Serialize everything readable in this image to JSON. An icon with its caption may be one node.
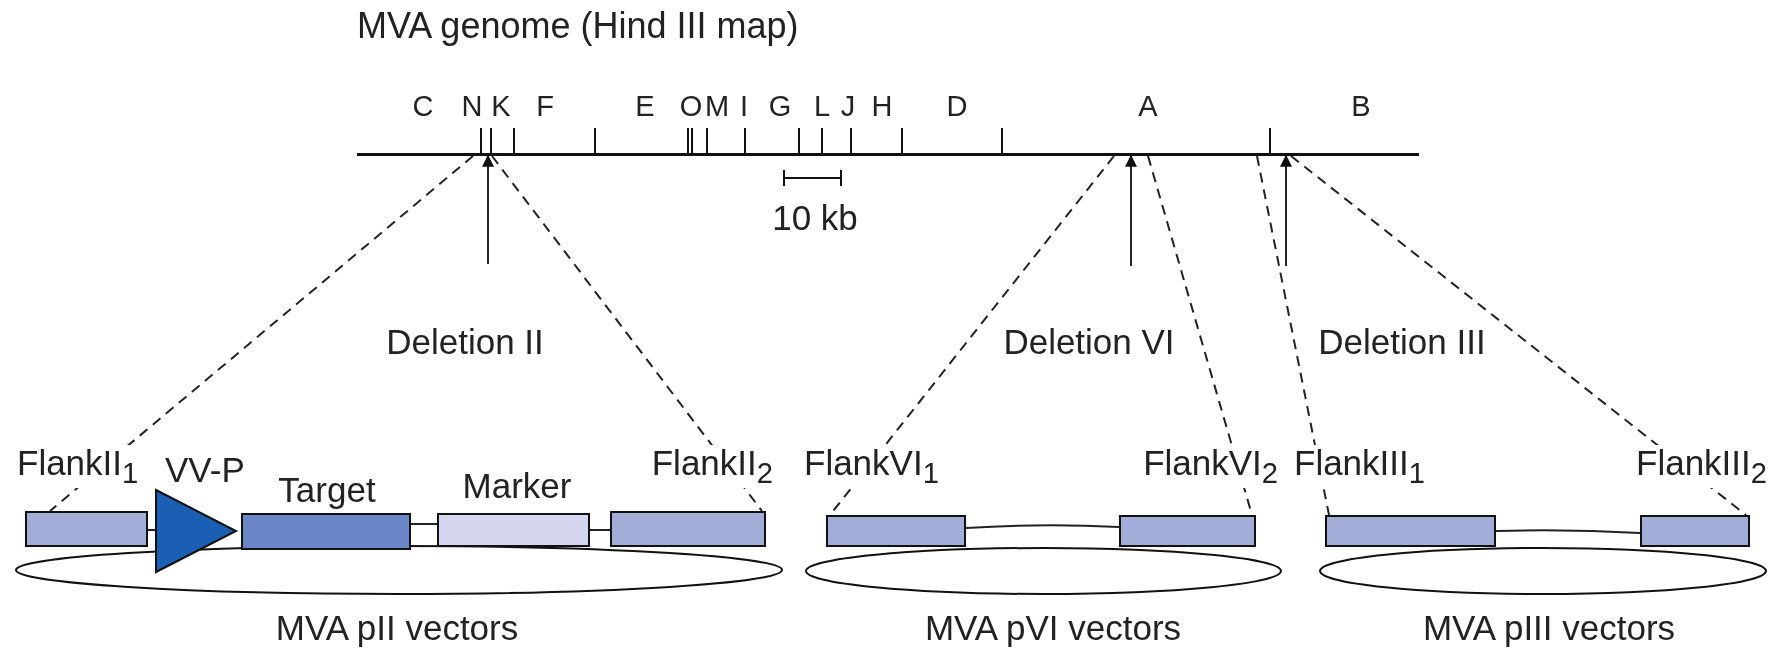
{
  "diagram": {
    "title": "MVA genome (Hind III map)",
    "nodes": [
      {
        "text": [],
        "shape": "bar"
      },
      {
        "text": [
          "FlankII$_{1}$"
        ]
      },
      {
        "text": [
          "VV-P"
        ]
      },
      {
        "text": [
          "Target"
        ]
      },
      {
        "text": [
          "Marker"
        ]
      },
      {
        "text": [
          "FlankII$_{2}$"
        ]
      },
      {
        "text": [
          "FlankVI$_{1}$"
        ]
      },
      {
        "text": [
          "FlankVI$_{2}$"
        ]
      },
      {
        "text": [
          "FlankIII$_{1}$"
        ]
      },
      {
        "text": [
          "FlankIII$_{2}$"
        ]
      },
      {
        "text": [
          "MVA pII vectors"
        ]
      },
      {
        "text": [
          "MVA pVI vectors"
        ]
      },
      {
        "text": [
          "MVA pIII vectors"
        ]
      }
    ],
    "edges": [
      {
        "from": 0,
        "to": 1,
        "arrow": "none",
        "style": "dashed"
      },
      {
        "from": 0,
        "to": 5,
        "arrow": "none",
        "style": "dashed"
      },
      {
        "from": 0,
        "to": 6,
        "arrow": "none",
        "style": "dashed"
      },
      {
        "from": 0,
        "to": 7,
        "arrow": "none",
        "style": "dashed"
      },
      {
        "from": 0,
        "to": 8,
        "arrow": "none",
        "style": "dashed"
      },
      {
        "from": 0,
        "to": 9,
        "arrow": "none",
        "style": "dashed"
      },
      {
        "from": null,
        "to": 0,
        "arrow": "to"
      },
      {
        "from": null,
        "to": 0,
        "arrow": "to"
      },
      {
        "from": null,
        "to": 0,
        "arrow": "to"
      },
      {
        "from": 1,
        "to": 2,
        "arrow": "none"
      },
      {
        "from": 3,
        "to": 4,
        "arrow": "none"
      },
      {
        "from": 4,
        "to": 5,
        "arrow": "none"
      },
      {
        "from": 6,
        "to": 7,
        "arrow": "none"
      },
      {
        "from": 8,
        "to": 9,
        "arrow": "none"
      }
    ],
    "labels": [
      "C",
      "N",
      "K",
      "F",
      "E",
      "O",
      "M",
      "I",
      "G",
      "L",
      "J",
      "H",
      "D",
      "A",
      "B",
      "10 kb",
      "Deletion II",
      "Deletion VI",
      "Deletion III"
    ]
  }
}
